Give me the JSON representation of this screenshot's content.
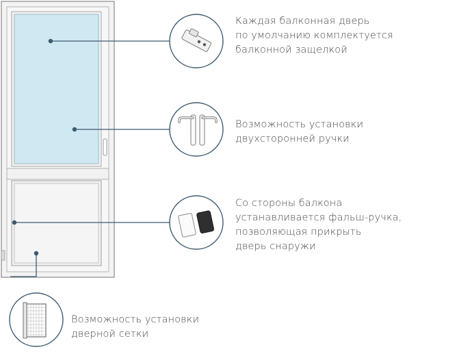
{
  "features": [
    {
      "icon": "balcony-latch-icon",
      "lines": [
        "Каждая балконная дверь",
        "по умолчанию комплектуется",
        "балконной защелкой"
      ]
    },
    {
      "icon": "door-handle-icon",
      "lines": [
        "Возможность установки",
        "двухсторонней ручки"
      ]
    },
    {
      "icon": "false-handle-icon",
      "lines": [
        "Со стороны балкона",
        "устанавливается фальш-ручка,",
        "позволяющая прикрыть",
        "дверь снаружи"
      ]
    },
    {
      "icon": "door-mesh-icon",
      "lines": [
        "Возможность установки",
        "дверной сетки"
      ]
    }
  ],
  "colors": {
    "glass": "#cfe9f2",
    "frame": "#f4f4f4",
    "frame_edge": "#8c8c8c",
    "leader": "#3c5a6e",
    "text": "#4a4a4a"
  }
}
